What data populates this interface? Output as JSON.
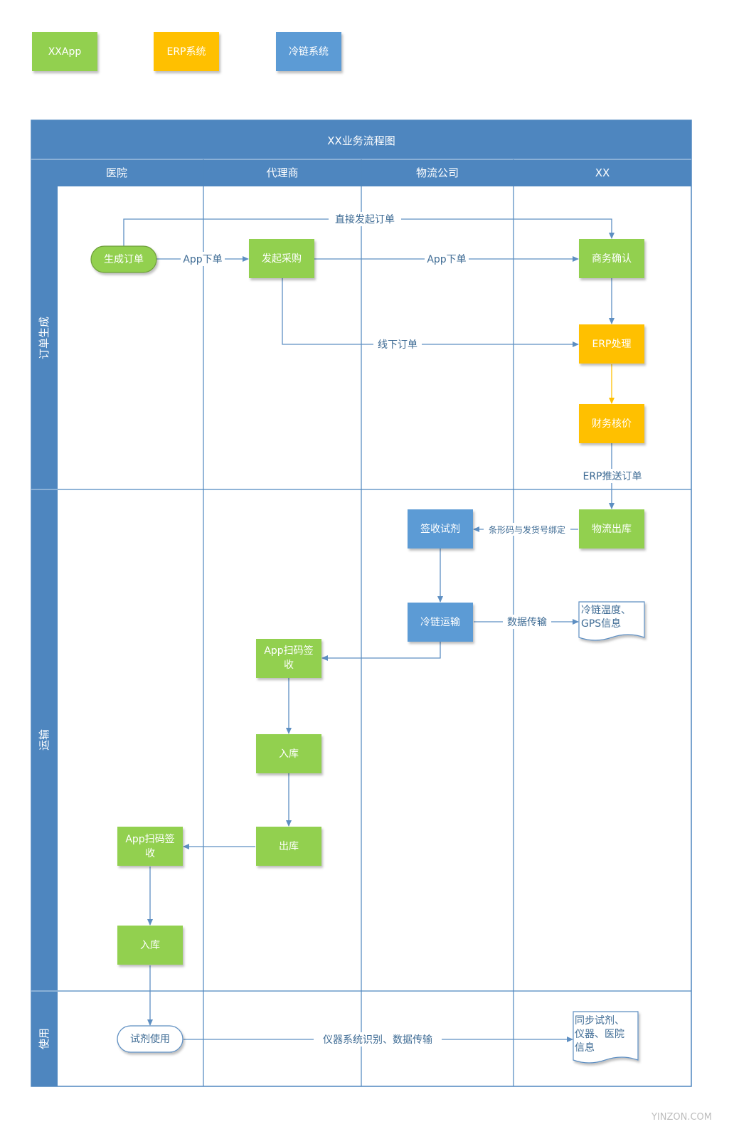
{
  "legend": {
    "xxapp": "XXApp",
    "erp": "ERP系统",
    "coldchain": "冷链系统"
  },
  "colors": {
    "green": "#92d050",
    "orange": "#ffc000",
    "blue": "#5b9bd5",
    "header": "#4e86bf",
    "line": "#5e8fc2"
  },
  "diagram": {
    "title": "XX业务流程图",
    "columns": [
      "医院",
      "代理商",
      "物流公司",
      "XX"
    ],
    "lanes": [
      "订单生成",
      "运输",
      "使用"
    ]
  },
  "nodes": {
    "generate_order": "生成订单",
    "start_purchase": "发起采购",
    "business_confirm": "商务确认",
    "erp_process": "ERP处理",
    "finance_check": "财务核价",
    "logistics_out": "物流出库",
    "sign_reagent": "签收试剂",
    "cold_transport": "冷链运输",
    "cold_info_line1": "冷链温度、",
    "cold_info_line2": "GPS信息",
    "agent_scan_line1": "App扫码签",
    "agent_scan_line2": "收",
    "agent_in": "入库",
    "agent_out": "出库",
    "hospital_scan_line1": "App扫码签",
    "hospital_scan_line2": "收",
    "hospital_in": "入库",
    "reagent_use": "试剂使用",
    "sync_line1": "同步试剂、",
    "sync_line2": "仪器、医院",
    "sync_line3": "信息"
  },
  "edges": {
    "direct_order": "直接发起订单",
    "app_order_1": "App下单",
    "app_order_2": "App下单",
    "offline_order": "线下订单",
    "erp_push": "ERP推送订单",
    "barcode_bind": "条形码与发货号绑定",
    "data_transfer": "数据传输",
    "instrument_transfer": "仪器系统识别、数据传输"
  },
  "watermark": "YINZON.COM"
}
